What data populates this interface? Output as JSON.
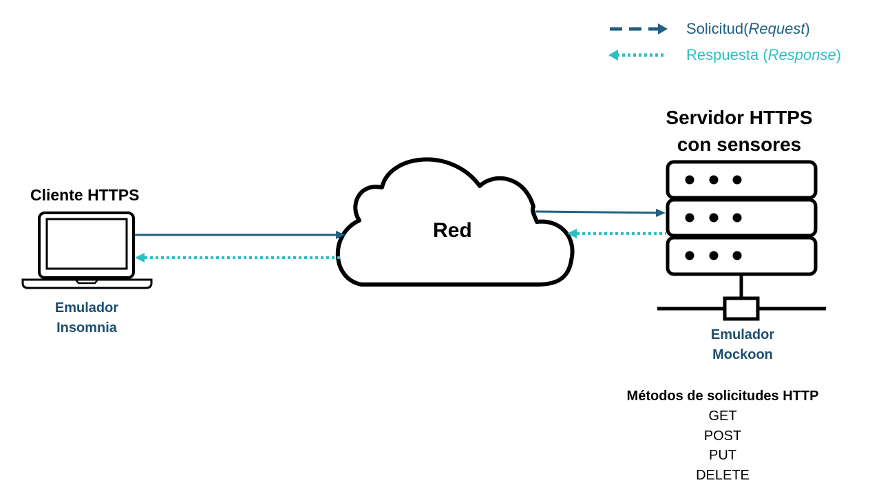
{
  "legend": {
    "request": {
      "prefix": "Solicitud(",
      "italic": "Request",
      "suffix": ")",
      "color": "#1f5f7f"
    },
    "response": {
      "prefix": "Respuesta (",
      "italic": "Response",
      "suffix": ")",
      "color": "#2bbfc4"
    }
  },
  "client": {
    "title": "Cliente HTTPS",
    "emulator_line1": "Emulador",
    "emulator_line2": "Insomnia",
    "icon": "laptop-icon"
  },
  "network": {
    "label": "Red",
    "icon": "cloud-icon"
  },
  "server": {
    "title_line1": "Servidor HTTPS",
    "title_line2": "con sensores",
    "emulator_line1": "Emulador",
    "emulator_line2": "Mockoon",
    "icon": "server-icon"
  },
  "methods": {
    "title": "Métodos de solicitudes HTTP",
    "items": [
      "GET",
      "POST",
      "PUT",
      "DELETE"
    ]
  },
  "colors": {
    "text_dark": "#000000",
    "emulator_text": "#1f4e6e"
  }
}
